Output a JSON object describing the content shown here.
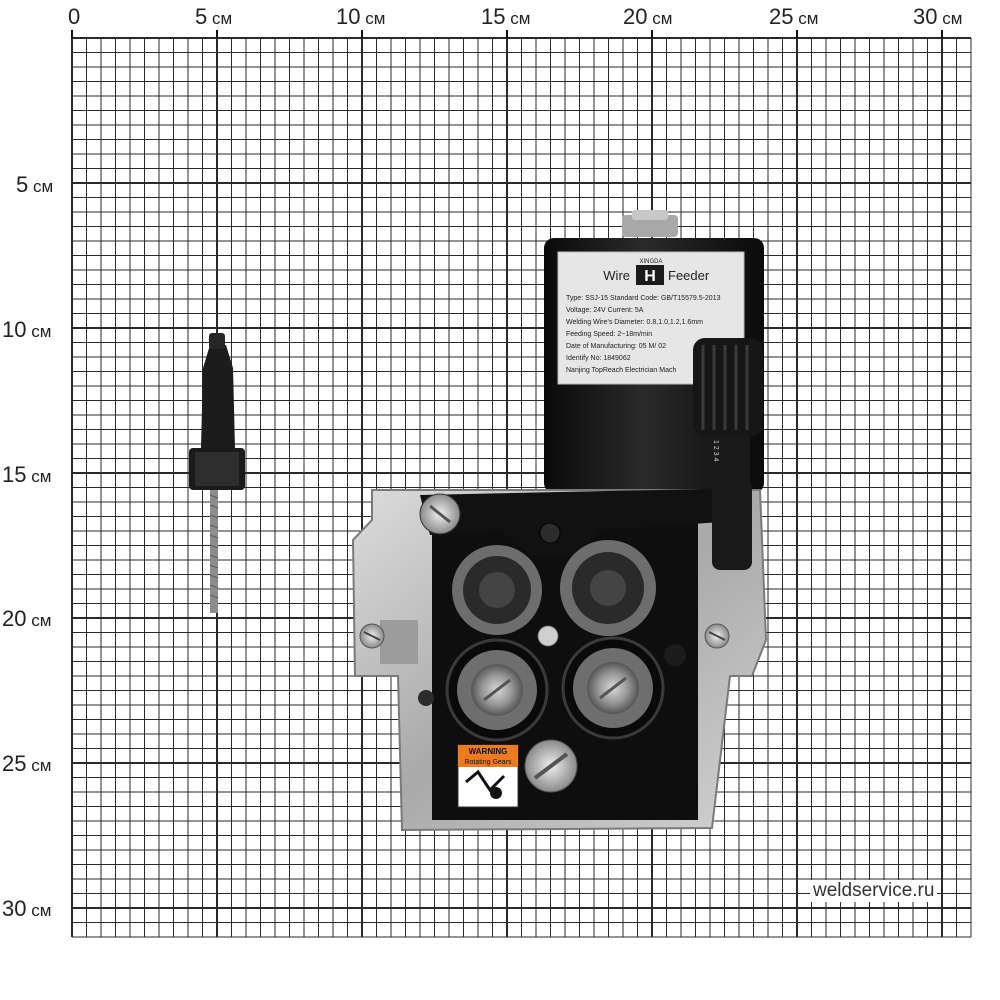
{
  "ruler": {
    "unit": "см",
    "x_ticks": [
      "0",
      "5",
      "10",
      "15",
      "20",
      "25",
      "30"
    ],
    "y_ticks": [
      "5",
      "10",
      "15",
      "20",
      "25",
      "30"
    ]
  },
  "nameplate": {
    "brand": "XINGDA",
    "title_left": "Wire",
    "title_right": "Feeder",
    "logo_letter": "H",
    "lines": [
      "Type: SSJ-15     Standard Code: GB/T15579.5-2013",
      "Voltage:  24V           Current:   5A",
      "Welding Wire's Diameter:   0.8,1.0,1.2,1.6mm",
      "Feeding Speed:    2~18m/min",
      "Date of Manufacturing:    05 M/ 02",
      "Identify No:    1849062",
      "Nanjing TopReach Electrician Mach"
    ]
  },
  "warning": {
    "title": "WARNING",
    "subtitle": "Rotating Gears"
  },
  "knob_scale": "1 2 3 4",
  "watermark": "weldservice.ru",
  "colors": {
    "grid": "#2a2a2a",
    "metal": "#bcbcbc",
    "black_body": "#151515",
    "warning_orange": "#f07a1e"
  }
}
